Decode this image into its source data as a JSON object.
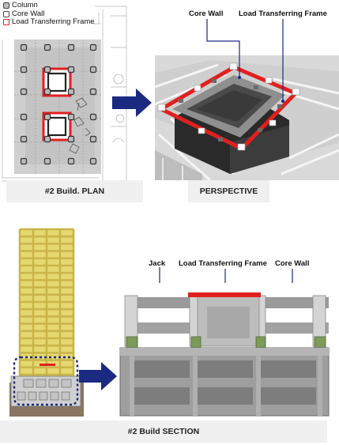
{
  "legend": {
    "column": "Column",
    "core_wall": "Core Wall",
    "load_frame": "Load Transferring Frame"
  },
  "plan_caption": "#2 Build.  PLAN",
  "perspective": {
    "caption": "PERSPECTIVE",
    "label_core_wall": "Core Wall",
    "label_load_frame": "Load Transferring Frame"
  },
  "section": {
    "caption": "#2 Build SECTION",
    "label_jack": "Jack",
    "label_load_frame": "Load Transferring Frame",
    "label_core_wall": "Core Wall"
  },
  "colors": {
    "frame_red": "#e02020",
    "arrow_navy": "#1a2a80",
    "caption_bg": "#f0f0f0",
    "building_yellow": "#e6d870",
    "jack_green": "#7c9a5a"
  }
}
